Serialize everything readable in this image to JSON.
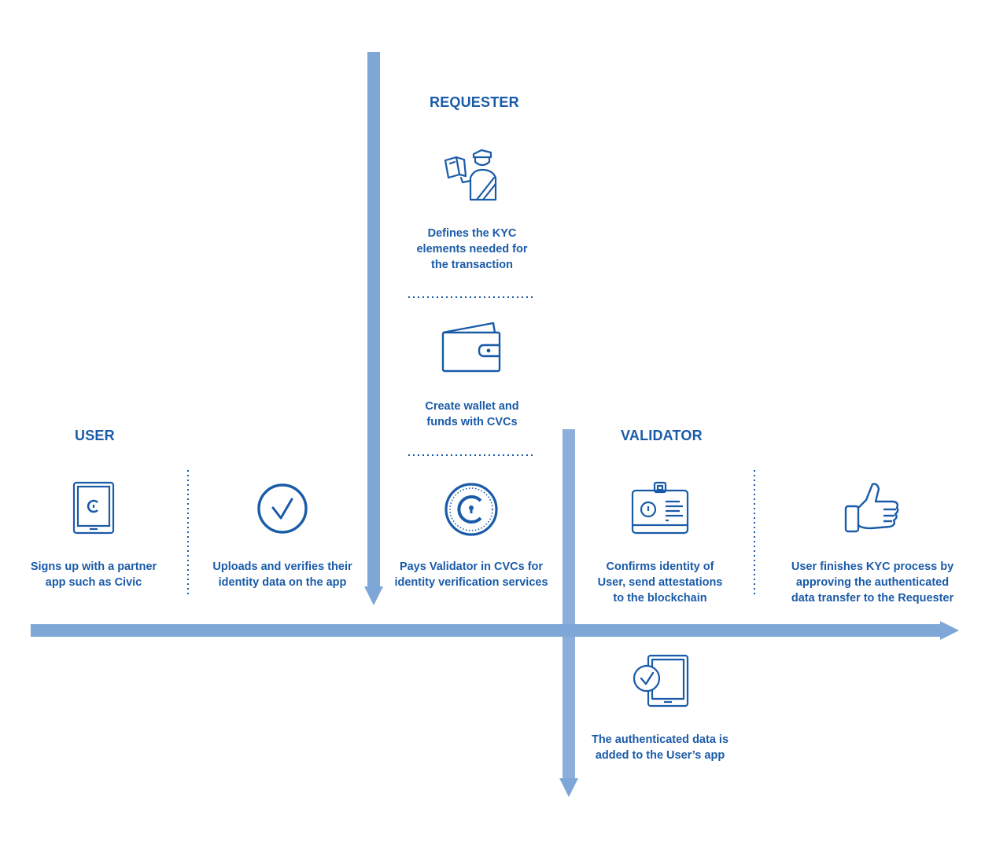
{
  "sections": {
    "user": "USER",
    "requester": "REQUESTER",
    "validator": "VALIDATOR"
  },
  "steps": {
    "define_kyc": "Defines the KYC\nelements needed for\nthe transaction",
    "create_wallet": "Create wallet and\nfunds with CVCs",
    "signup": "Signs up with a partner\napp such as Civic",
    "upload_verify": "Uploads and verifies their\nidentity data on the app",
    "pay_validator": "Pays Validator in CVCs for\nidentity verification services",
    "confirm_identity": "Confirms identity of\nUser, send attestations\nto the blockchain",
    "finish_kyc": "User finishes KYC process by\napproving the authenticated\ndata transfer to the Requester",
    "data_added": "The authenticated data is\nadded to the User’s app"
  },
  "icons": {
    "officer": "officer-with-passport-icon",
    "wallet": "wallet-icon",
    "tablet_civic": "tablet-civic-icon",
    "checkmark": "checkmark-circle-icon",
    "cvc_coin": "cvc-coin-icon",
    "id_badge": "id-badge-icon",
    "thumbs_up": "thumbs-up-icon",
    "tablet_check": "tablet-checkmark-icon"
  },
  "colors": {
    "text": "#1a5ba8",
    "arrow": "#7ea6d6",
    "dotted": "#1a5ba8"
  }
}
